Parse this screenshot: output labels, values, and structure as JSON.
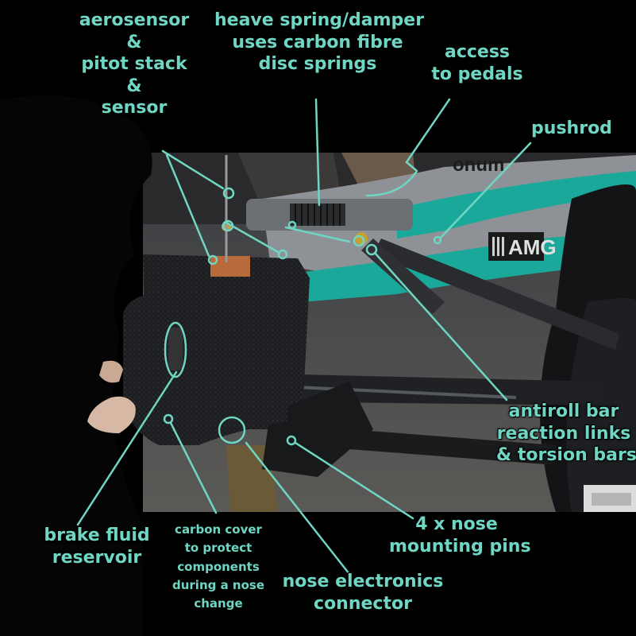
{
  "colors": {
    "accent": "#6fd6c4",
    "background": "#000000",
    "car_teal": "#1aa89a",
    "carbon": "#1c1c1e",
    "silver": "#9a9ea2"
  },
  "labels": {
    "aerosensor": [
      "aerosensor",
      "&",
      "pitot stack",
      "&",
      "sensor"
    ],
    "heave": [
      "heave spring/damper",
      "uses carbon fibre",
      "disc springs"
    ],
    "pedals": [
      "access",
      "to pedals"
    ],
    "pushrod": [
      "pushrod"
    ],
    "antiroll": [
      "antiroll bar",
      "reaction links",
      "& torsion bars"
    ],
    "pins": [
      "4 x nose",
      "mounting pins"
    ],
    "connector": [
      "nose electronics",
      "connector"
    ],
    "reservoir": [
      "brake fluid",
      "reservoir"
    ],
    "cover": [
      "carbon cover",
      "to protect",
      "components",
      "during a nose",
      "change"
    ]
  },
  "photo": {
    "brand_text": "AMG",
    "partial_text": "onum"
  }
}
